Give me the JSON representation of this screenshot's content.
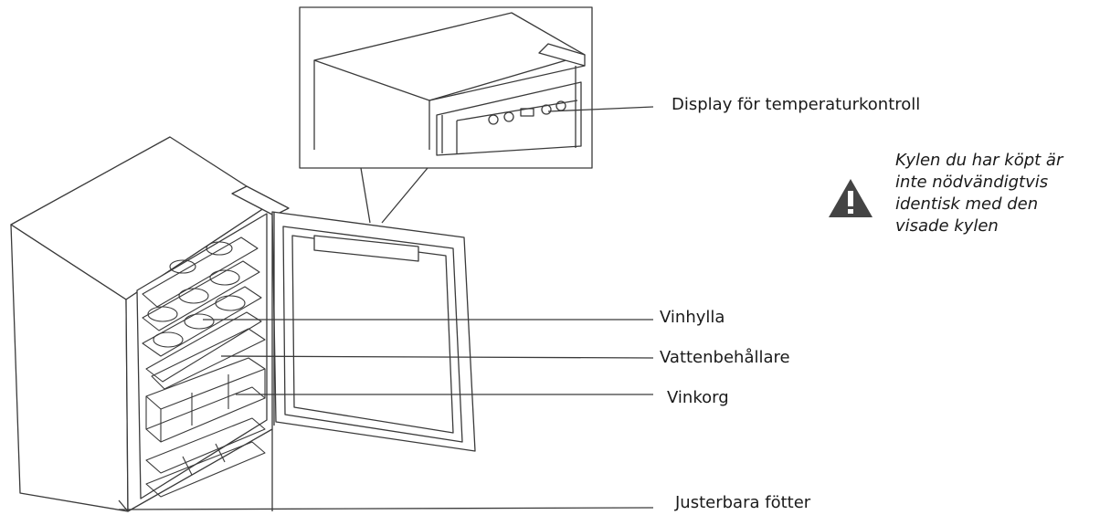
{
  "labels": {
    "display": "Display för temperaturkontroll",
    "wine_shelf": "Vinhylla",
    "water_container": "Vattenbehållare",
    "wine_basket": "Vinkorg",
    "adjustable_feet": "Justerbara fötter"
  },
  "warning": {
    "icon": "warning-triangle-icon",
    "lines": [
      "Kylen du har köpt är",
      "inte nödvändigtvis",
      "identisk med den",
      "visade kylen"
    ]
  },
  "colors": {
    "line": "#3a3a3a",
    "icon": "#444444"
  }
}
